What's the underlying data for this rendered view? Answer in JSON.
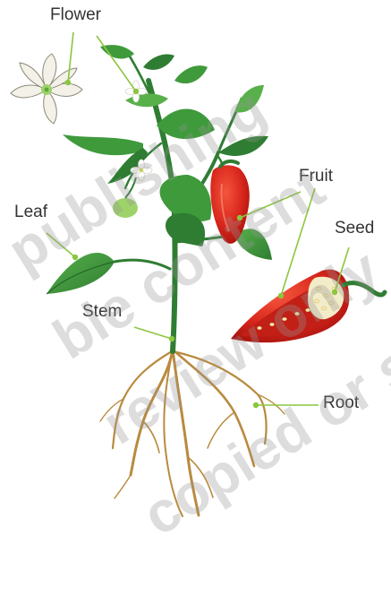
{
  "labels": {
    "flower": "Flower",
    "leaf": "Leaf",
    "stem": "Stem",
    "fruit": "Fruit",
    "seed": "Seed",
    "root": "Root"
  },
  "watermark": {
    "lines": [
      "publishing",
      "ble content",
      "review only",
      "copied or so"
    ]
  },
  "colors": {
    "leader_line": "#8cc63f",
    "leaf": "#3f9a3c",
    "leaf_dark": "#2e7d32",
    "stem": "#2f7d32",
    "fruit_red": "#d8261c",
    "fruit_dark": "#a8140e",
    "root": "#b98a3e",
    "flower_petal": "#f4f1e8",
    "seed": "#f3ecc8"
  }
}
